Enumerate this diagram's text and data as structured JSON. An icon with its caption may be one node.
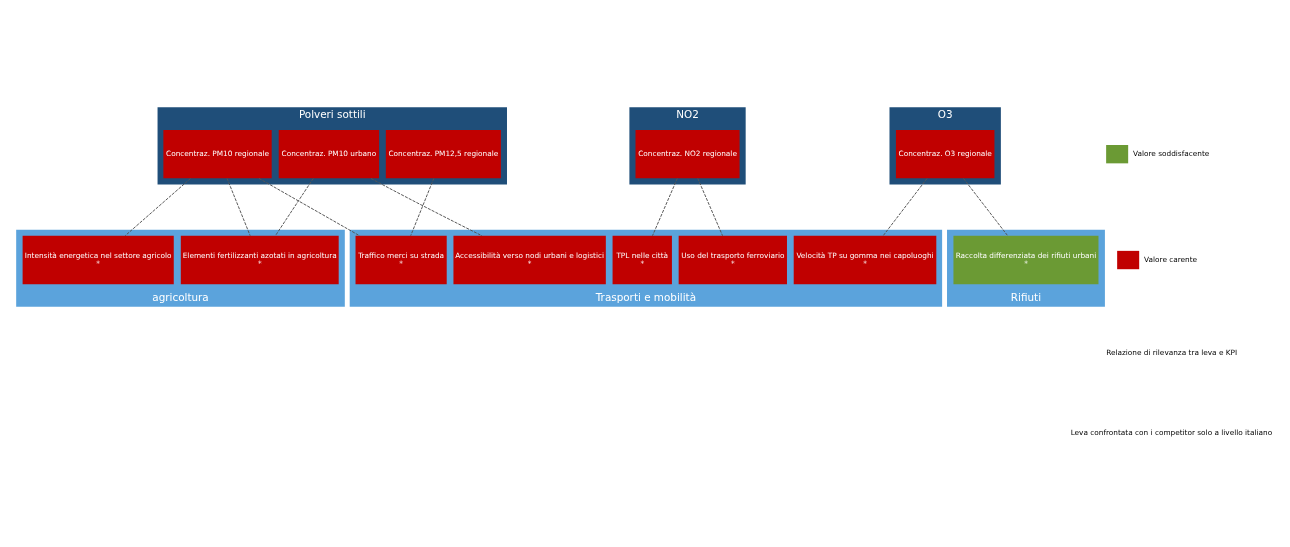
{
  "diagram": {
    "nodes": [
      {
        "text": [
          "Polveri sottili"
        ]
      },
      {
        "text": [
          "Concentraz. PM10 urbano"
        ],
        "in": 0
      },
      {
        "text": [
          "Concentraz. PM10 regionale"
        ],
        "in": 0
      },
      {
        "text": [
          "Concentraz. PM12,5 regionale"
        ],
        "in": 0
      },
      {
        "text": [
          "NO2"
        ]
      },
      {
        "text": [
          "Concentraz. NO2 regionale"
        ],
        "in": 4
      },
      {
        "text": [
          "O3"
        ]
      },
      {
        "text": [
          "Concentraz. O3 regionale"
        ],
        "in": 6
      },
      {
        "text": [
          "agricoltura"
        ]
      },
      {
        "text": [
          "Elementi fertilizzanti azotati in agricoltura",
          "*"
        ],
        "in": 8
      },
      {
        "text": [
          "Intensità energetica nel settore agricolo",
          "*"
        ],
        "in": 8
      },
      {
        "text": [
          "Trasporti e mobilità"
        ]
      },
      {
        "text": [
          "Accessibilità verso nodi urbani e logistici",
          "*"
        ],
        "in": 11
      },
      {
        "text": [
          "Traffico merci su strada",
          "*"
        ],
        "in": 11
      },
      {
        "text": [
          "Uso del trasporto ferroviario",
          "*"
        ],
        "in": 11
      },
      {
        "text": [
          "Velocità TP su gomma nei capoluoghi",
          "*"
        ],
        "in": 11
      },
      {
        "text": [
          "TPL nelle città",
          "*"
        ],
        "in": 11
      },
      {
        "text": [
          "Rifiuti"
        ]
      },
      {
        "text": [
          "Raccolta differenziata dei rifiuti urbani",
          "*"
        ],
        "in": 17
      }
    ],
    "edges": [
      {
        "from": 1,
        "to": 9,
        "arrow": "none",
        "style": "dashed"
      },
      {
        "from": 1,
        "to": 12,
        "arrow": "none",
        "style": "dashed"
      },
      {
        "from": 2,
        "to": 9,
        "arrow": "none",
        "style": "dashed"
      },
      {
        "from": 2,
        "to": 10,
        "arrow": "none",
        "style": "dashed"
      },
      {
        "from": 2,
        "to": 13,
        "arrow": "none",
        "style": "dashed"
      },
      {
        "from": 3,
        "to": 13,
        "arrow": "none",
        "style": "dashed"
      },
      {
        "from": 5,
        "to": 14,
        "arrow": "none",
        "style": "dashed"
      },
      {
        "from": 5,
        "to": 16,
        "arrow": "none",
        "style": "dashed"
      },
      {
        "from": 7,
        "to": 15,
        "arrow": "none",
        "style": "dashed"
      },
      {
        "from": 7,
        "to": 18,
        "arrow": "none",
        "style": "dashed"
      }
    ],
    "legend": [
      {
        "text": "Valore soddisfacente",
        "color": "#6b9a34"
      },
      {
        "text": "Valore carente",
        "color": "#c00000"
      },
      {
        "text": "Relazione di rilevanza tra leva e KPI"
      },
      {
        "text": "Leva confrontata con i competitor solo a livello italiano"
      }
    ]
  }
}
